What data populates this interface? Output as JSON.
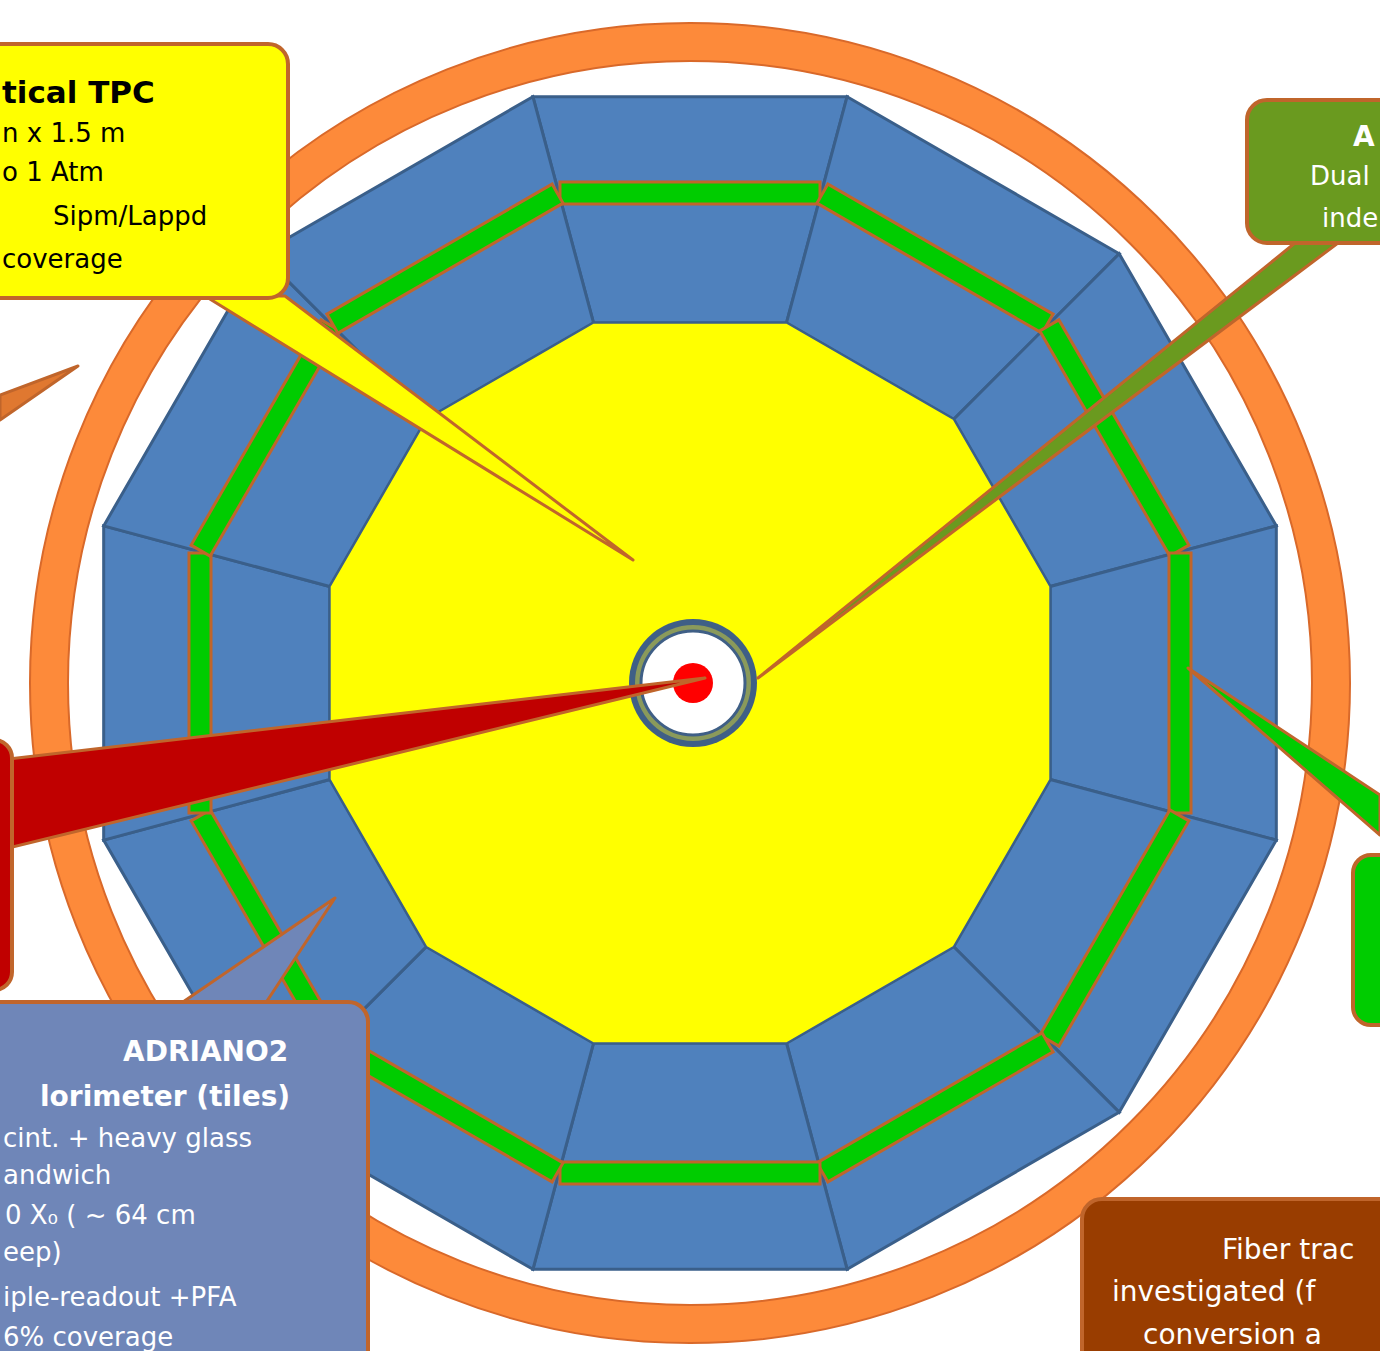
{
  "diagram": {
    "nodes": [
      {
        "text": [
          "tical TPC",
          "n x 1.5 m",
          "o 1 Atm",
          "Sipm/Lappd",
          "coverage"
        ]
      },
      {
        "text": [
          "A",
          "Dual",
          "inde"
        ]
      },
      {
        "text": [
          "ADRIANO2",
          "lorimeter (tiles)",
          "cint. + heavy glass",
          "andwich",
          "0 X₀ ( ~ 64 cm",
          "eep)",
          "iple-readout +PFA",
          "6% coverage"
        ]
      },
      {
        "text": [
          "Fiber trac",
          "investigated (f",
          "conversion a"
        ]
      }
    ]
  }
}
